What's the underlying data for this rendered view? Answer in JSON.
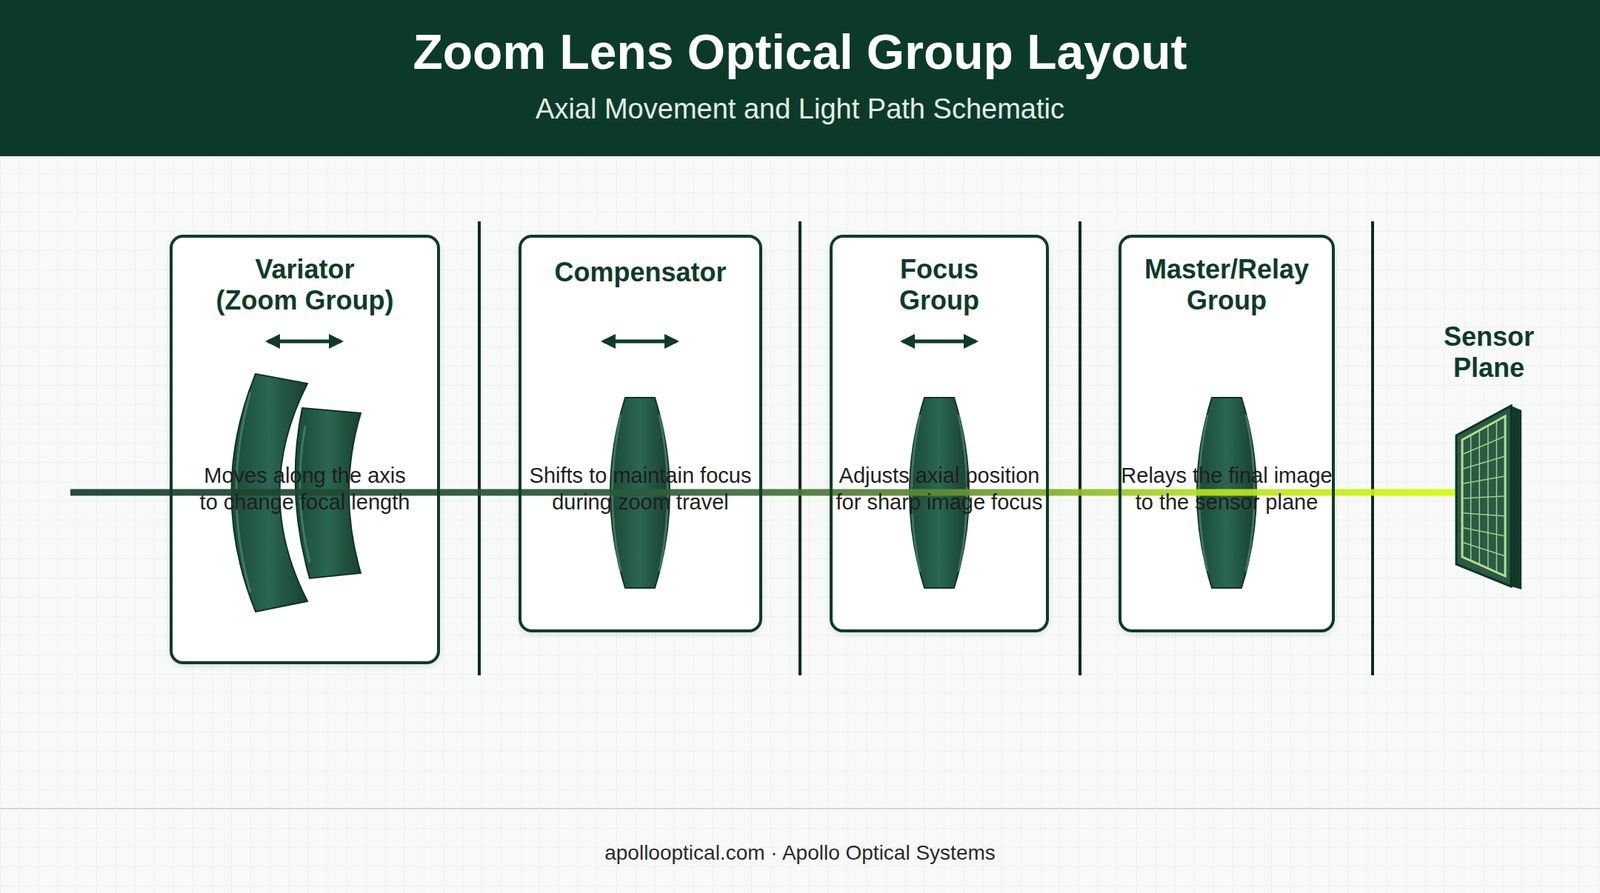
{
  "diagram": {
    "title": "Zoom Lens Optical Group Layout",
    "nodes": [
      {
        "text": [
          "Variator (Zoom Group)",
          "Moves along the axis to change focal length"
        ]
      },
      {
        "text": [
          "Compensator",
          "Shifts to maintain focus during zoom travel"
        ]
      },
      {
        "text": [
          "Focus Group",
          "Adjusts axial position for sharp image focus"
        ]
      },
      {
        "text": [
          "Master/Relay Group",
          "Relays the final image to the sensor plane"
        ]
      },
      {
        "text": [
          "Sensor Plane"
        ]
      }
    ],
    "labels": [
      "Axial Movement and Light Path Schematic",
      "apollooptical.com · Apollo Optical Systems"
    ]
  }
}
